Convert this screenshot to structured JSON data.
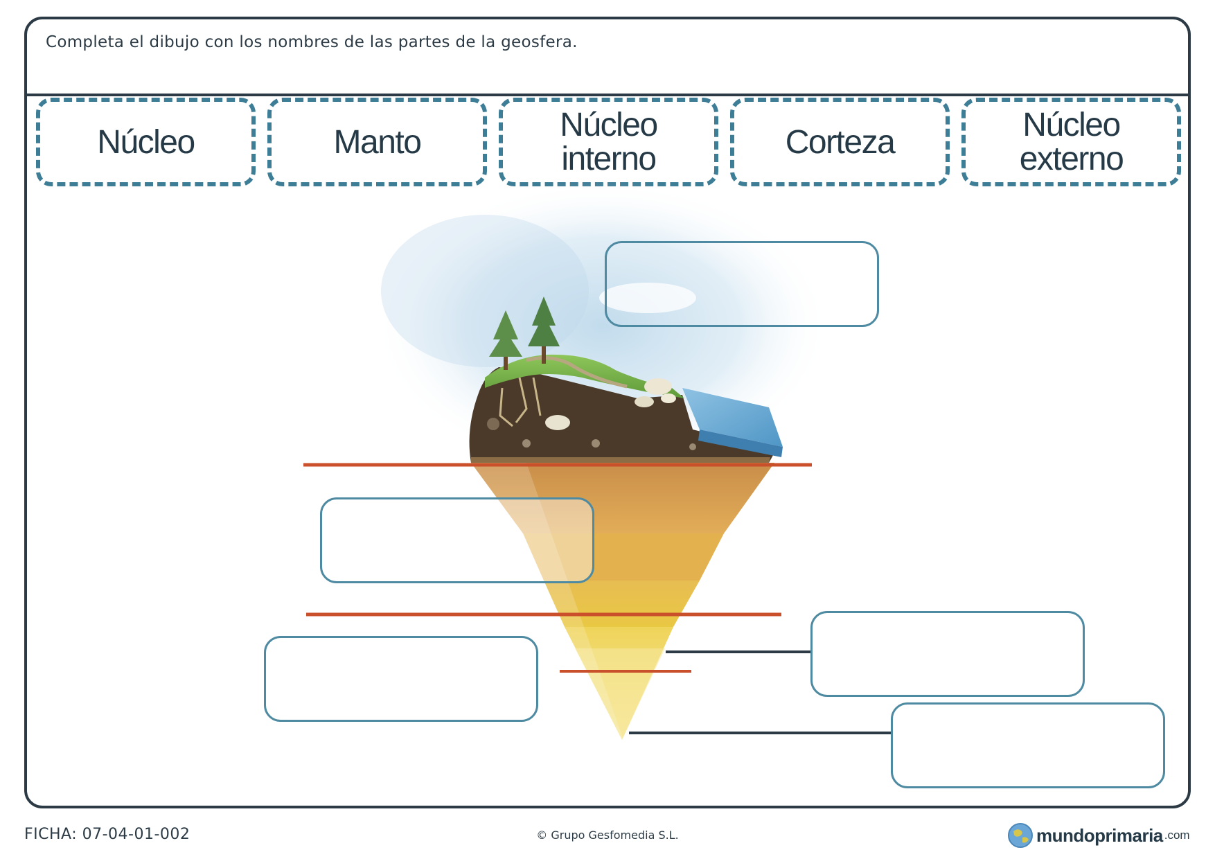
{
  "worksheet": {
    "instruction": "Completa el dibujo con los nombres de las partes de la geosfera."
  },
  "word_bank": [
    {
      "label": "Núcleo"
    },
    {
      "label": "Manto"
    },
    {
      "label": "Núcleo\ninterno"
    },
    {
      "label": "Corteza"
    },
    {
      "label": "Núcleo\nexterno"
    }
  ],
  "answer_boxes": [
    {
      "value": ""
    },
    {
      "value": ""
    },
    {
      "value": ""
    },
    {
      "value": ""
    },
    {
      "value": ""
    }
  ],
  "footer": {
    "code": "FICHA: 07-04-01-002",
    "copyright": "© Grupo Gesfomedia S.L.",
    "brand_name": "mundoprimaria",
    "brand_tld": ".com"
  },
  "colors": {
    "border": "#2b3a44",
    "dashed_card": "#3e7d96",
    "answer_box": "#4e8aa1",
    "layer_line": "#c9502a",
    "leader_line": "#2b3a44"
  }
}
